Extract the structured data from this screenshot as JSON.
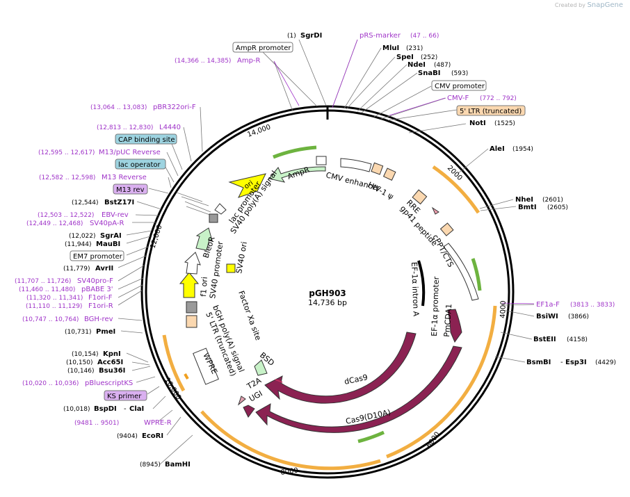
{
  "watermark": {
    "prefix": "Created by",
    "brand": "SnapGene"
  },
  "plasmid": {
    "name": "pGH903",
    "size": "14,736 bp"
  },
  "ticks": [
    "14,000",
    "2000",
    "4000",
    "6000",
    "8000",
    "10,000",
    "12,000"
  ],
  "colors": {
    "primer": "#9f33c8",
    "enzyme": "#000000",
    "feature_brown": "#8b2252",
    "orange_band": "#f0a020",
    "green_band": "#6db33f",
    "ltr_fill": "#fbd8b0",
    "cap_fill": "#9dd3e0",
    "lac_fill": "#9dd3e0",
    "m13_fill": "#dab0f0"
  },
  "labels": {
    "sgrdi": {
      "pos": "(1)",
      "name": "SgrDI"
    },
    "prsmarker": {
      "name": "pRS-marker",
      "pos": "(47 .. 66)"
    },
    "mlui": {
      "name": "MluI",
      "pos": "(231)"
    },
    "spei": {
      "name": "SpeI",
      "pos": "(252)"
    },
    "ndei": {
      "name": "NdeI",
      "pos": "(487)"
    },
    "snabi": {
      "name": "SnaBI",
      "pos": "(593)"
    },
    "cmvprom": {
      "name": "CMV promoter"
    },
    "cmvf": {
      "name": "CMV-F",
      "pos": "(772 .. 792)"
    },
    "ltr5": {
      "name": "5' LTR (truncated)"
    },
    "noti": {
      "name": "NotI",
      "pos": "(1525)"
    },
    "alei": {
      "name": "AleI",
      "pos": "(1954)"
    },
    "nhei": {
      "name": "NheI",
      "pos": "(2601)"
    },
    "bmti": {
      "name": "BmtI",
      "pos": "(2605)"
    },
    "ef1af": {
      "name": "EF1a-F",
      "pos": "(3813 .. 3833)"
    },
    "bsiwi": {
      "name": "BsiWI",
      "pos": "(3866)"
    },
    "bsteii": {
      "name": "BstEII",
      "pos": "(4158)"
    },
    "bsmbi": {
      "name": "BsmBI",
      "sep": "-",
      "name2": "Esp3I",
      "pos": "(4429)"
    },
    "ampr_prom": {
      "name": "AmpR promoter"
    },
    "ampr_primer": {
      "pos": "(14,366 .. 14,385)",
      "name": "Amp-R"
    },
    "pbr322": {
      "pos": "(13,064 .. 13,083)",
      "name": "pBR322ori-F"
    },
    "l4440": {
      "pos": "(12,813 .. 12,830)",
      "name": "L4440"
    },
    "cap": {
      "name": "CAP binding site"
    },
    "m13puc": {
      "pos": "(12,595 .. 12,617)",
      "name": "M13/pUC Reverse"
    },
    "lacop": {
      "name": "lac operator"
    },
    "m13rev_primer": {
      "pos": "(12,582 .. 12,598)",
      "name": "M13 Reverse"
    },
    "m13rev": {
      "name": "M13 rev"
    },
    "bstz17i": {
      "pos": "(12,544)",
      "name": "BstZ17I"
    },
    "ebvrev": {
      "pos": "(12,503 .. 12,522)",
      "name": "EBV-rev"
    },
    "sv40pa": {
      "pos": "(12,449 .. 12,468)",
      "name": "SV40pA-R"
    },
    "sgrai": {
      "pos": "(12,022)",
      "name": "SgrAI"
    },
    "maubi": {
      "pos": "(11,944)",
      "name": "MauBI"
    },
    "em7": {
      "name": "EM7 promoter"
    },
    "avrii": {
      "pos": "(11,779)",
      "name": "AvrII"
    },
    "sv40prof": {
      "pos": "(11,707 .. 11,726)",
      "name": "SV40pro-F"
    },
    "pbabe": {
      "pos": "(11,460 .. 11,480)",
      "name": "pBABE 3'"
    },
    "f1orif": {
      "pos": "(11,320 .. 11,341)",
      "name": "F1ori-F"
    },
    "f1orir": {
      "pos": "(11,110 .. 11,129)",
      "name": "F1ori-R"
    },
    "bghrev": {
      "pos": "(10,747 .. 10,764)",
      "name": "BGH-rev"
    },
    "pmei": {
      "pos": "(10,731)",
      "name": "PmeI"
    },
    "kpni": {
      "pos": "(10,154)",
      "name": "KpnI"
    },
    "acc65i": {
      "pos": "(10,150)",
      "name": "Acc65I"
    },
    "bsu36i": {
      "pos": "(10,146)",
      "name": "Bsu36I"
    },
    "pbluescript": {
      "pos": "(10,020 .. 10,036)",
      "name": "pBluescriptKS"
    },
    "ksprimer": {
      "name": "KS primer"
    },
    "bspdi": {
      "pos": "(10,018)",
      "name": "BspDI",
      "sep": "-",
      "name2": "ClaI"
    },
    "wprer": {
      "pos": "(9481 .. 9501)",
      "name": "WPRE-R"
    },
    "ecori": {
      "pos": "(9404)",
      "name": "EcoRI"
    },
    "bamhi": {
      "pos": "(8945)",
      "name": "BamHI"
    }
  },
  "features": {
    "ampr": "AmpR",
    "ori": "ori",
    "lacprom": "lac promoter",
    "sv40pa_sig": "SV40 poly(A) signal",
    "cmv_enh": "CMV enhancer",
    "hiv_psi": "HIV-1 ψ",
    "rre": "RRE",
    "gp41": "gp41 peptide",
    "cppt": "cPPT/CTS",
    "ef1a_prom": "EF-1α promoter",
    "ef1a_intron": "EF-1α intron A",
    "pmcda1": "PmCDA1",
    "dcas9": "dCas9",
    "cas9d10a": "Cas9(D10A)",
    "ugi": "UGI",
    "t2a": "T2A",
    "bsd": "BSD",
    "factorxa": "Factor Xa site",
    "bgh": "bGH poly(A) signal",
    "ltr5trunc": "5' LTR (truncated)",
    "wpre": "WPRE",
    "f1ori": "f1 ori",
    "sv40prom": "SV40 promoter",
    "sv40ori": "SV40 ori",
    "bleor": "BleoR"
  }
}
